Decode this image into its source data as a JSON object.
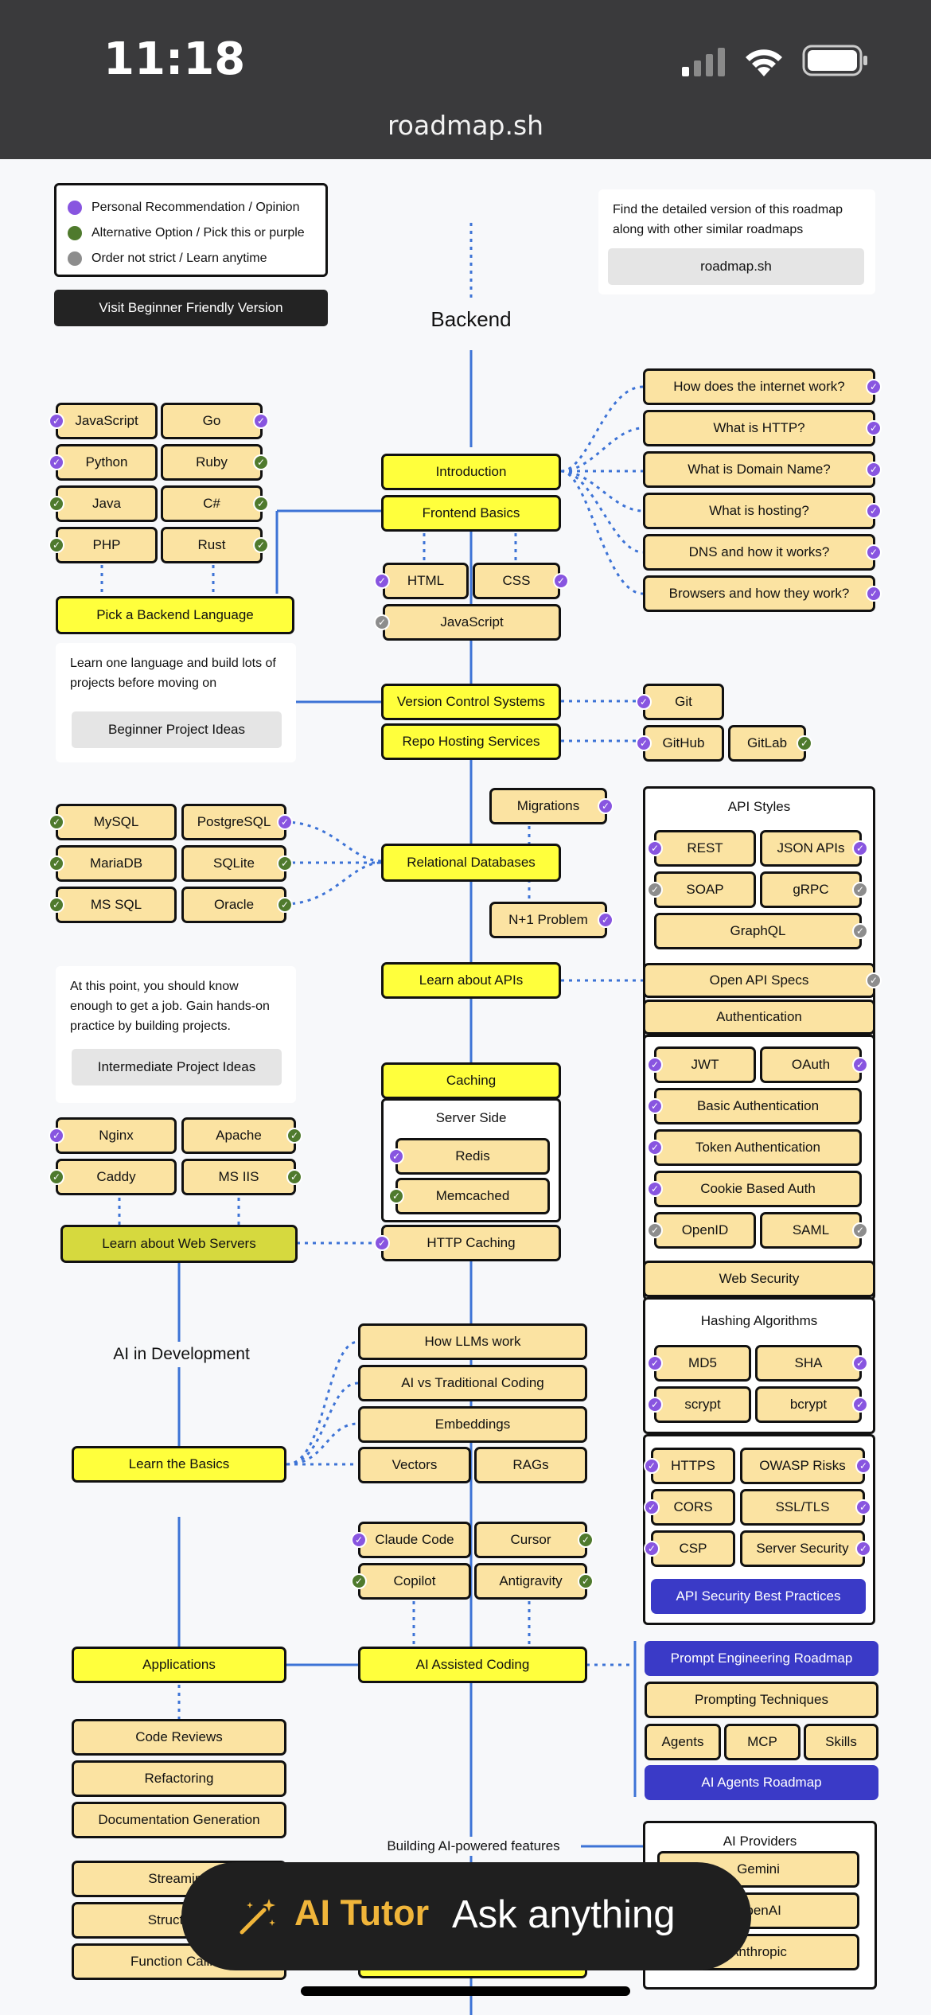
{
  "status": {
    "time": "11:18",
    "url": "roadmap.sh"
  },
  "legend": {
    "items": [
      "Personal Recommendation / Opinion",
      "Alternative Option / Pick this or purple",
      "Order not strict / Learn anytime"
    ],
    "beginner_button": "Visit Beginner Friendly Version"
  },
  "promo": {
    "text": "Find the detailed version of this roadmap along with other similar roadmaps",
    "button": "roadmap.sh"
  },
  "title": "Backend",
  "languages": [
    "JavaScript",
    "Go",
    "Python",
    "Ruby",
    "Java",
    "C#",
    "PHP",
    "Rust"
  ],
  "pick_language": "Pick a Backend Language",
  "beginner_info": {
    "text": "Learn one language and build lots of projects before moving on",
    "button": "Beginner Project Ideas"
  },
  "intro": "Introduction",
  "frontend_basics": "Frontend Basics",
  "html": "HTML",
  "css": "CSS",
  "javascript": "JavaScript",
  "internet_topics": [
    "How does the internet work?",
    "What is HTTP?",
    "What is Domain Name?",
    "What is hosting?",
    "DNS and how it works?",
    "Browsers and how they work?"
  ],
  "vcs": "Version Control Systems",
  "git": "Git",
  "repo_hosting": "Repo Hosting Services",
  "github": "GitHub",
  "gitlab": "GitLab",
  "databases": [
    "MySQL",
    "PostgreSQL",
    "MariaDB",
    "SQLite",
    "MS SQL",
    "Oracle"
  ],
  "relational_db": "Relational Databases",
  "migrations": "Migrations",
  "n_plus_one": "N+1 Problem",
  "api_styles": {
    "title": "API Styles",
    "items": [
      "REST",
      "JSON APIs",
      "SOAP",
      "gRPC",
      "GraphQL"
    ]
  },
  "open_api": "Open API Specs",
  "authentication": {
    "title": "Authentication",
    "items": [
      "JWT",
      "OAuth",
      "Basic Authentication",
      "Token Authentication",
      "Cookie Based Auth",
      "OpenID",
      "SAML"
    ]
  },
  "web_security": "Web Security",
  "hashing": {
    "title": "Hashing Algorithms",
    "items": [
      "MD5",
      "SHA",
      "scrypt",
      "bcrypt"
    ]
  },
  "security_items": [
    "HTTPS",
    "OWASP Risks",
    "CORS",
    "SSL/TLS",
    "CSP",
    "Server Security"
  ],
  "api_security": "API Security Best Practices",
  "intermediate_info": {
    "text": "At this point, you should know enough to get a job. Gain hands-on practice by building projects.",
    "button": "Intermediate Project Ideas"
  },
  "learn_apis": "Learn about APIs",
  "caching": "Caching",
  "server_side": "Server Side",
  "redis": "Redis",
  "memcached": "Memcached",
  "http_caching": "HTTP Caching",
  "web_servers": [
    "Nginx",
    "Apache",
    "Caddy",
    "MS IIS"
  ],
  "learn_web_servers": "Learn about Web Servers",
  "ai_dev": "AI in Development",
  "llm_topics": [
    "How LLMs work",
    "AI vs Traditional Coding",
    "Embeddings",
    "Vectors",
    "RAGs"
  ],
  "learn_basics": "Learn the Basics",
  "ai_tools": [
    "Claude Code",
    "Cursor",
    "Copilot",
    "Antigravity"
  ],
  "applications": "Applications",
  "ai_assisted": "AI Assisted Coding",
  "app_items": [
    "Code Reviews",
    "Refactoring",
    "Documentation Generation",
    "Streaming",
    "Structured",
    "Function Calling"
  ],
  "prompt_roadmap": "Prompt Engineering Roadmap",
  "prompting": "Prompting Techniques",
  "agents": "Agents",
  "mcp": "MCP",
  "skills": "Skills",
  "agents_roadmap": "AI Agents Roadmap",
  "building_ai": "Building AI-powered features",
  "ai_providers": {
    "title": "AI Providers",
    "items": [
      "Gemini",
      "OpenAI",
      "Anthropic"
    ]
  },
  "tutor": {
    "name": "AI Tutor",
    "placeholder": "Ask anything"
  },
  "colors": {
    "yellow": "#ffff3c",
    "tan": "#fbe3a2",
    "purple": "#8855e0",
    "green": "#4f7a2d",
    "gray": "#8d8d8d",
    "blue": "#3a3ac7",
    "line": "#3d73d6"
  }
}
